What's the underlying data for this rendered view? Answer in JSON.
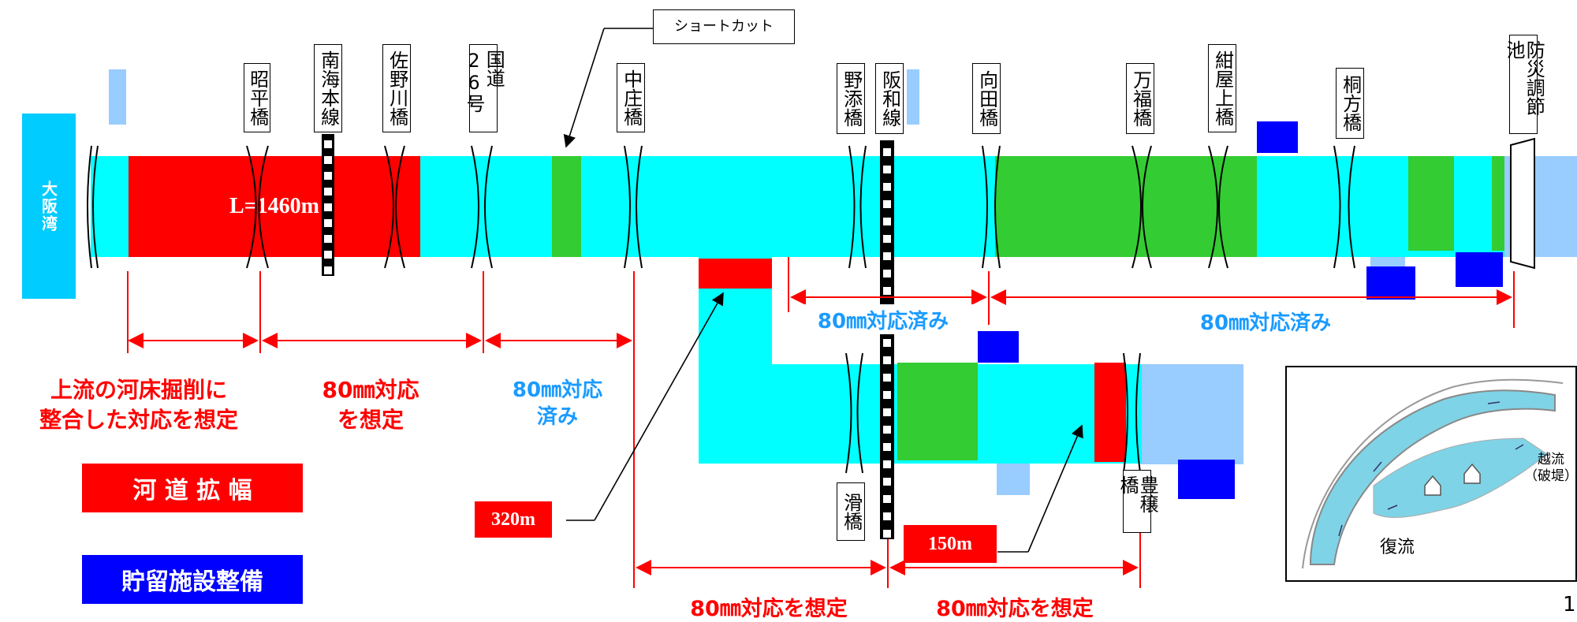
{
  "colors": {
    "water": "#00ffff",
    "bay": "#00ccff",
    "storage": "#0000ff",
    "widening": "#ff0000",
    "done": "#33cc33",
    "light": "#99ccff"
  },
  "bay_label": "大阪湾",
  "bridges": {
    "shohei": "昭平橋",
    "nankai": "南海本線",
    "sanogawa": "佐野川橋",
    "route26": "国道26号",
    "shortcut": "ショートカット",
    "nakasho": "中庄橋",
    "nozoe": "野添橋",
    "hanwa": "阪和線",
    "mukaida": "向田橋",
    "manpuku": "万福橋",
    "konya": "紺屋上橋",
    "kirikata": "桐方橋",
    "bousai": "防災調節池",
    "nameri": "滑橋",
    "houjou": "豊穣橋"
  },
  "labels": {
    "length_1460": "L=1460m",
    "length_320": "320m",
    "length_150": "150m",
    "done_upper_mid": "80㎜対応済み",
    "done_upper_right": "80㎜対応済み",
    "upstream_line1": "上流の河床掘削に",
    "upstream_line2": "整合した対応を想定",
    "assume_line1": "80㎜対応",
    "assume_line2": "を想定",
    "done_left_line1": "80㎜対応",
    "done_left_line2": "済み",
    "bottom_left": "80㎜対応を想定",
    "bottom_right": "80㎜対応を想定"
  },
  "legend": {
    "widening": "河 道 拡 幅",
    "storage": "貯留施設整備"
  },
  "inset": {
    "overflow": "越流",
    "breach": "（破堤）",
    "backflow": "復流"
  },
  "page_number": "1"
}
